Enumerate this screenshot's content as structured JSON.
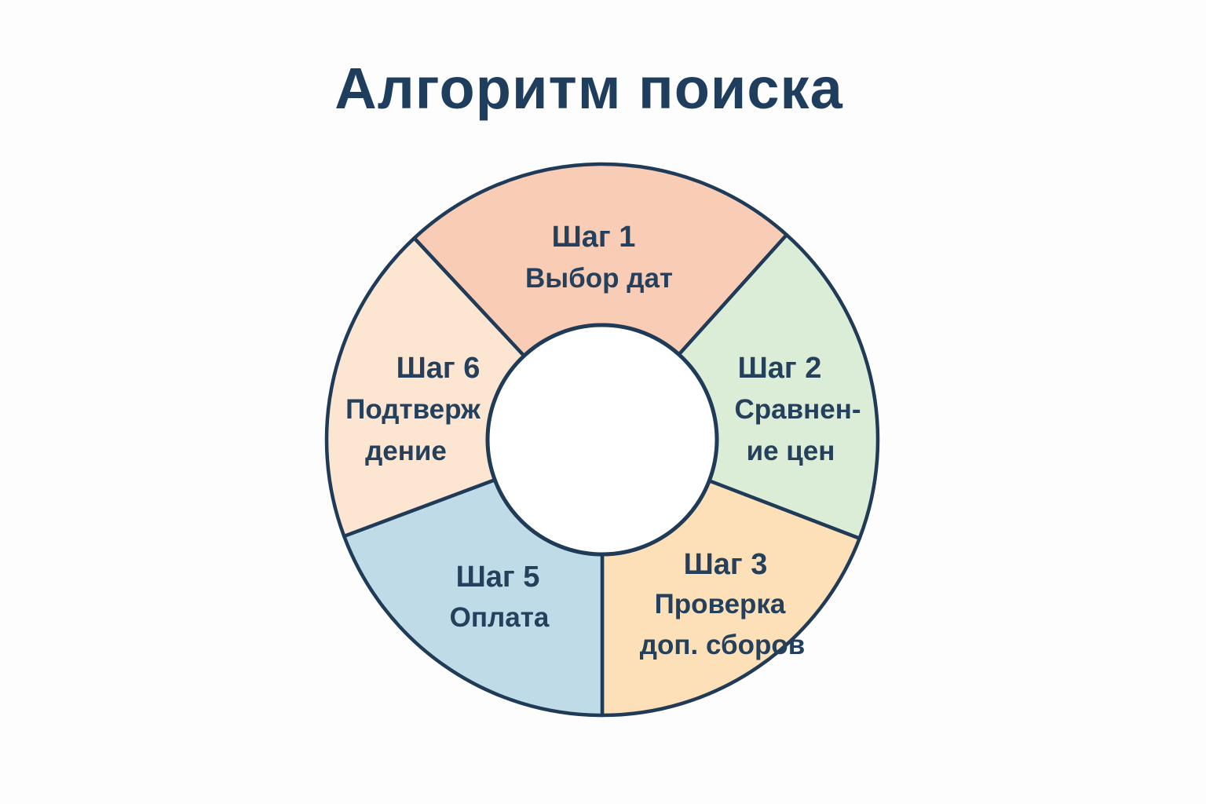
{
  "title": "Алгоритм поиска",
  "steps": [
    {
      "id": "step1",
      "heading": "Шаг 1",
      "lines": [
        "Выбор дат"
      ],
      "color": "#f9cdb5"
    },
    {
      "id": "step2",
      "heading": "Шаг 2",
      "lines": [
        "Сравнен-",
        "ие цен"
      ],
      "color": "#dbedd6"
    },
    {
      "id": "step3",
      "heading": "Шаг 3",
      "lines": [
        "Проверка",
        "доп. сборов"
      ],
      "color": "#fde0b8"
    },
    {
      "id": "step5",
      "heading": "Шаг 5",
      "lines": [
        "Оплата"
      ],
      "color": "#bedbe7"
    },
    {
      "id": "step6",
      "heading": "Шаг 6",
      "lines": [
        "Подтверж",
        "дение"
      ],
      "color": "#fce5d1"
    }
  ],
  "colors": {
    "stroke": "#1f3b57",
    "text": "#24405c",
    "center": "#ffffff"
  }
}
